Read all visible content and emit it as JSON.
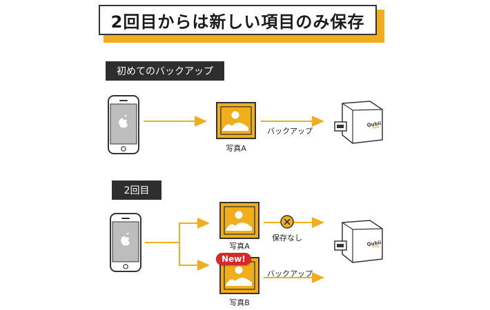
{
  "title": "2回目からは新しい項目のみ保存",
  "section1": {
    "label": "初めてのバックアップ",
    "photo_caption": "写真A",
    "arrow_label": "バックアップ"
  },
  "section2": {
    "label": "2回目",
    "photo_a_caption": "写真A",
    "photo_b_caption": "写真B",
    "skip_label": "保存なし",
    "arrow_label": "バックアップ",
    "new_badge": "New!"
  },
  "device_logo_text": "Qubii Pro",
  "colors": {
    "accent": "#f0ae1c",
    "dark": "#2e2e2e",
    "badge": "#d62828"
  },
  "icons": [
    "phone-icon",
    "apple-logo-icon",
    "photo-icon",
    "qubii-device-icon",
    "x-circle-icon"
  ]
}
